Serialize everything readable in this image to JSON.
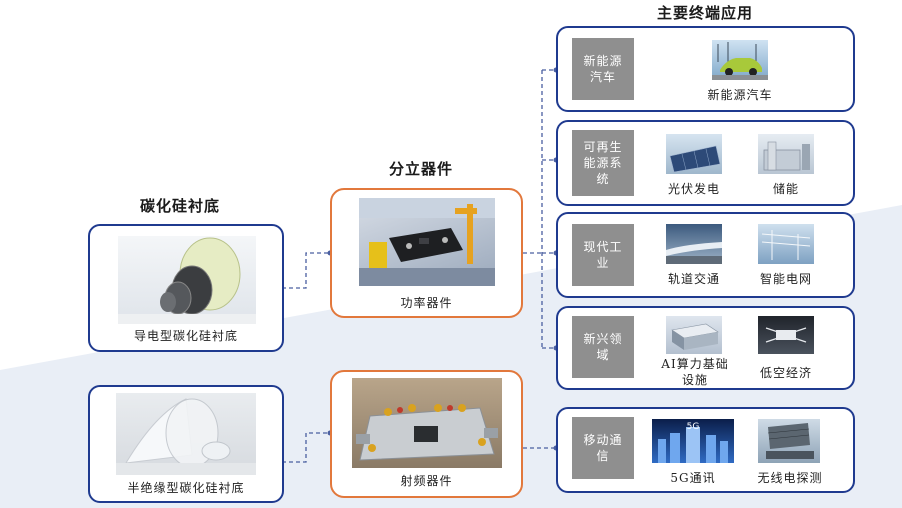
{
  "headings": {
    "substrate": "碳化硅衬底",
    "discrete": "分立器件",
    "terminal": "主要终端应用"
  },
  "substrates": [
    {
      "label": "导电型碳化硅衬底"
    },
    {
      "label": "半绝缘型碳化硅衬底"
    }
  ],
  "devices": [
    {
      "label": "功率器件"
    },
    {
      "label": "射频器件"
    }
  ],
  "applications": [
    {
      "category": "新能源汽车",
      "items": [
        "新能源汽车"
      ]
    },
    {
      "category": "可再生能源系统",
      "items": [
        "光伏发电",
        "储能"
      ]
    },
    {
      "category": "现代工业",
      "items": [
        "轨道交通",
        "智能电网"
      ]
    },
    {
      "category": "新兴领域",
      "items": [
        "AI算力基础设施",
        "低空经济"
      ]
    },
    {
      "category": "移动通信",
      "items": [
        "5G通讯",
        "无线电探测"
      ]
    }
  ],
  "thumb_labels": {
    "fiveg_sign": "5G"
  },
  "colors": {
    "blue_border": "#1f3a8f",
    "orange_border": "#e2783c",
    "category_gray": "#8f8f8f",
    "background_band": "#e8edf5"
  }
}
